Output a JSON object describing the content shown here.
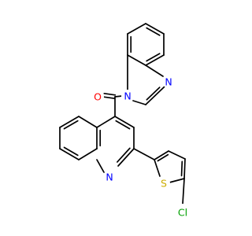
{
  "molecule": {
    "atoms": [
      {
        "id": "O1",
        "symbol": "O",
        "color": "#ff0000"
      },
      {
        "id": "N1",
        "symbol": "N",
        "color": "#0000ff"
      },
      {
        "id": "N2",
        "symbol": "N",
        "color": "#0000ff"
      },
      {
        "id": "N3",
        "symbol": "N",
        "color": "#0000ff"
      },
      {
        "id": "S1",
        "symbol": "S",
        "color": "#ccad00"
      },
      {
        "id": "Cl1",
        "symbol": "Cl",
        "color": "#00a000"
      }
    ],
    "bond_color": "#000000",
    "background": "#ffffff"
  }
}
